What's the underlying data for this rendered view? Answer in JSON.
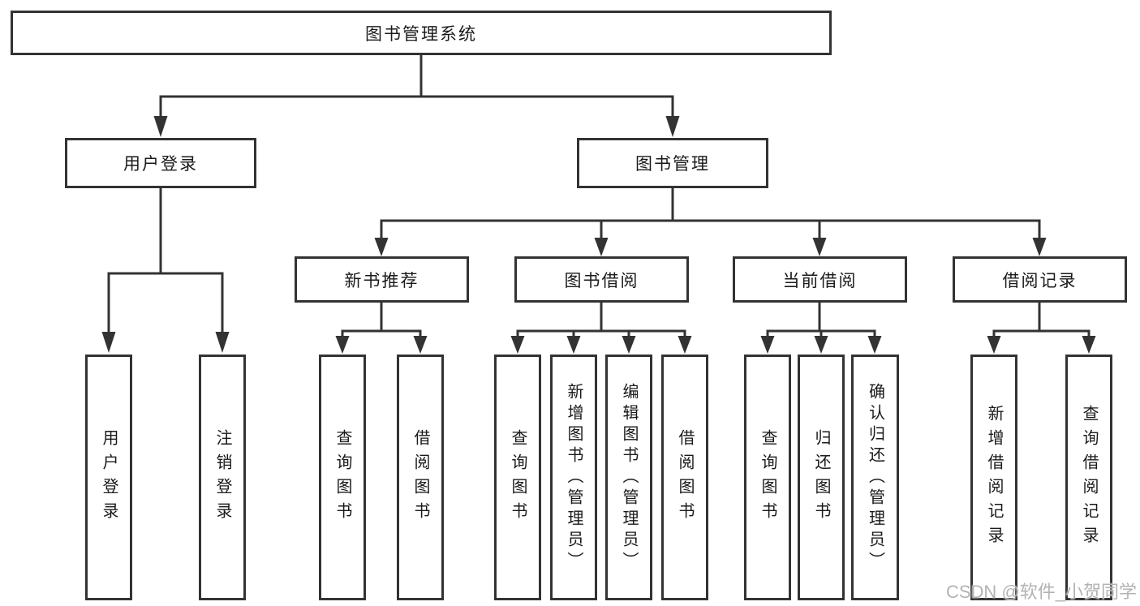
{
  "diagram": {
    "root": {
      "label": "图书管理系统"
    },
    "level2": {
      "user_login": {
        "label": "用户登录"
      },
      "book_mgmt": {
        "label": "图书管理"
      }
    },
    "level3": {
      "new_books": {
        "label": "新书推荐"
      },
      "book_borrow": {
        "label": "图书借阅"
      },
      "current_borrow": {
        "label": "当前借阅"
      },
      "borrow_records": {
        "label": "借阅记录"
      }
    },
    "level4": {
      "user_login_children": {
        "login": {
          "label": "用户登录"
        },
        "logout": {
          "label": "注销登录"
        }
      },
      "new_books_children": {
        "query_book": {
          "label": "查询图书"
        },
        "borrow_book": {
          "label": "借阅图书"
        }
      },
      "book_borrow_children": {
        "query_book": {
          "label": "查询图书"
        },
        "add_book": {
          "label": "新增图书（管理员）"
        },
        "edit_book": {
          "label": "编辑图书（管理员）"
        },
        "borrow_book": {
          "label": "借阅图书"
        }
      },
      "current_borrow_children": {
        "query_book": {
          "label": "查询图书"
        },
        "return_book": {
          "label": "归还图书"
        },
        "confirm_return": {
          "label": "确认归还（管理员）"
        }
      },
      "borrow_records_children": {
        "add_record": {
          "label": "新增借阅记录"
        },
        "query_record": {
          "label": "查询借阅记录"
        }
      }
    }
  },
  "watermark": {
    "text": "CSDN @软件_小贺同学"
  },
  "colors": {
    "line": "#333333",
    "text": "#1a1a1a",
    "watermark_gray": "#b3b3b3",
    "background": "#ffffff"
  }
}
